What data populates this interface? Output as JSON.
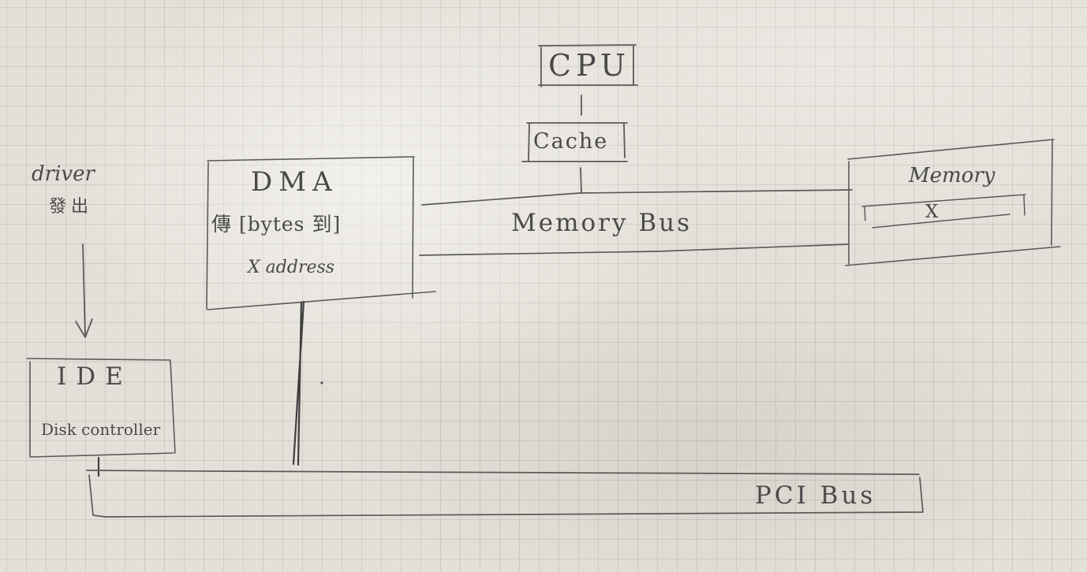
{
  "nodes": {
    "cpu": {
      "label": "CPU"
    },
    "cache": {
      "label": "Cache"
    },
    "dma": {
      "title": "DMA",
      "line1": "傳 [bytes 到]",
      "line2": "X address"
    },
    "memory_bus": {
      "label": "Memory Bus"
    },
    "memory": {
      "title": "Memory",
      "cell": "X"
    },
    "driver": {
      "label": "driver",
      "sub": "發出"
    },
    "ide": {
      "title": "IDE",
      "subtitle": "Disk controller"
    },
    "pci_bus": {
      "label": "PCI Bus"
    }
  },
  "ink_color": "#5a5a5a",
  "paper_color": "#e4e0d9"
}
